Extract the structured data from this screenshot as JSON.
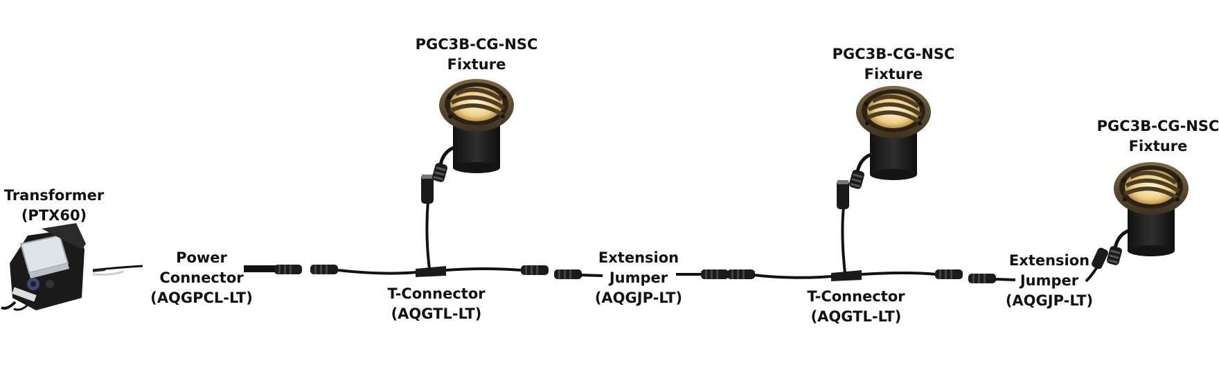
{
  "labels": {
    "transformer": {
      "line1": "Transformer",
      "line2": "(PTX60)"
    },
    "power_connector": {
      "line1": "Power",
      "line2": "Connector",
      "line3": "(AQGPCL-LT)"
    },
    "t_connector_1": {
      "line1": "T-Connector",
      "line2": "(AQGTL-LT)"
    },
    "extension_jumper_1": {
      "line1": "Extension",
      "line2": "Jumper",
      "line3": "(AQGJP-LT)"
    },
    "t_connector_2": {
      "line1": "T-Connector",
      "line2": "(AQGTL-LT)"
    },
    "extension_jumper_2": {
      "line1": "Extension",
      "line2": "Jumper",
      "line3": "(AQGJP-LT)"
    },
    "fixture_1": {
      "line1": "PGC3B-CG-NSC",
      "line2": "Fixture"
    },
    "fixture_2": {
      "line1": "PGC3B-CG-NSC",
      "line2": "Fixture"
    },
    "fixture_3": {
      "line1": "PGC3B-CG-NSC",
      "line2": "Fixture"
    }
  },
  "colors": {
    "cable": "#111111",
    "fixture_bronze": "#5a4a2e",
    "fixture_glow": "#f3dca0",
    "transformer_body": "#1c1c1c",
    "transformer_cover": "#dfe4e8"
  }
}
